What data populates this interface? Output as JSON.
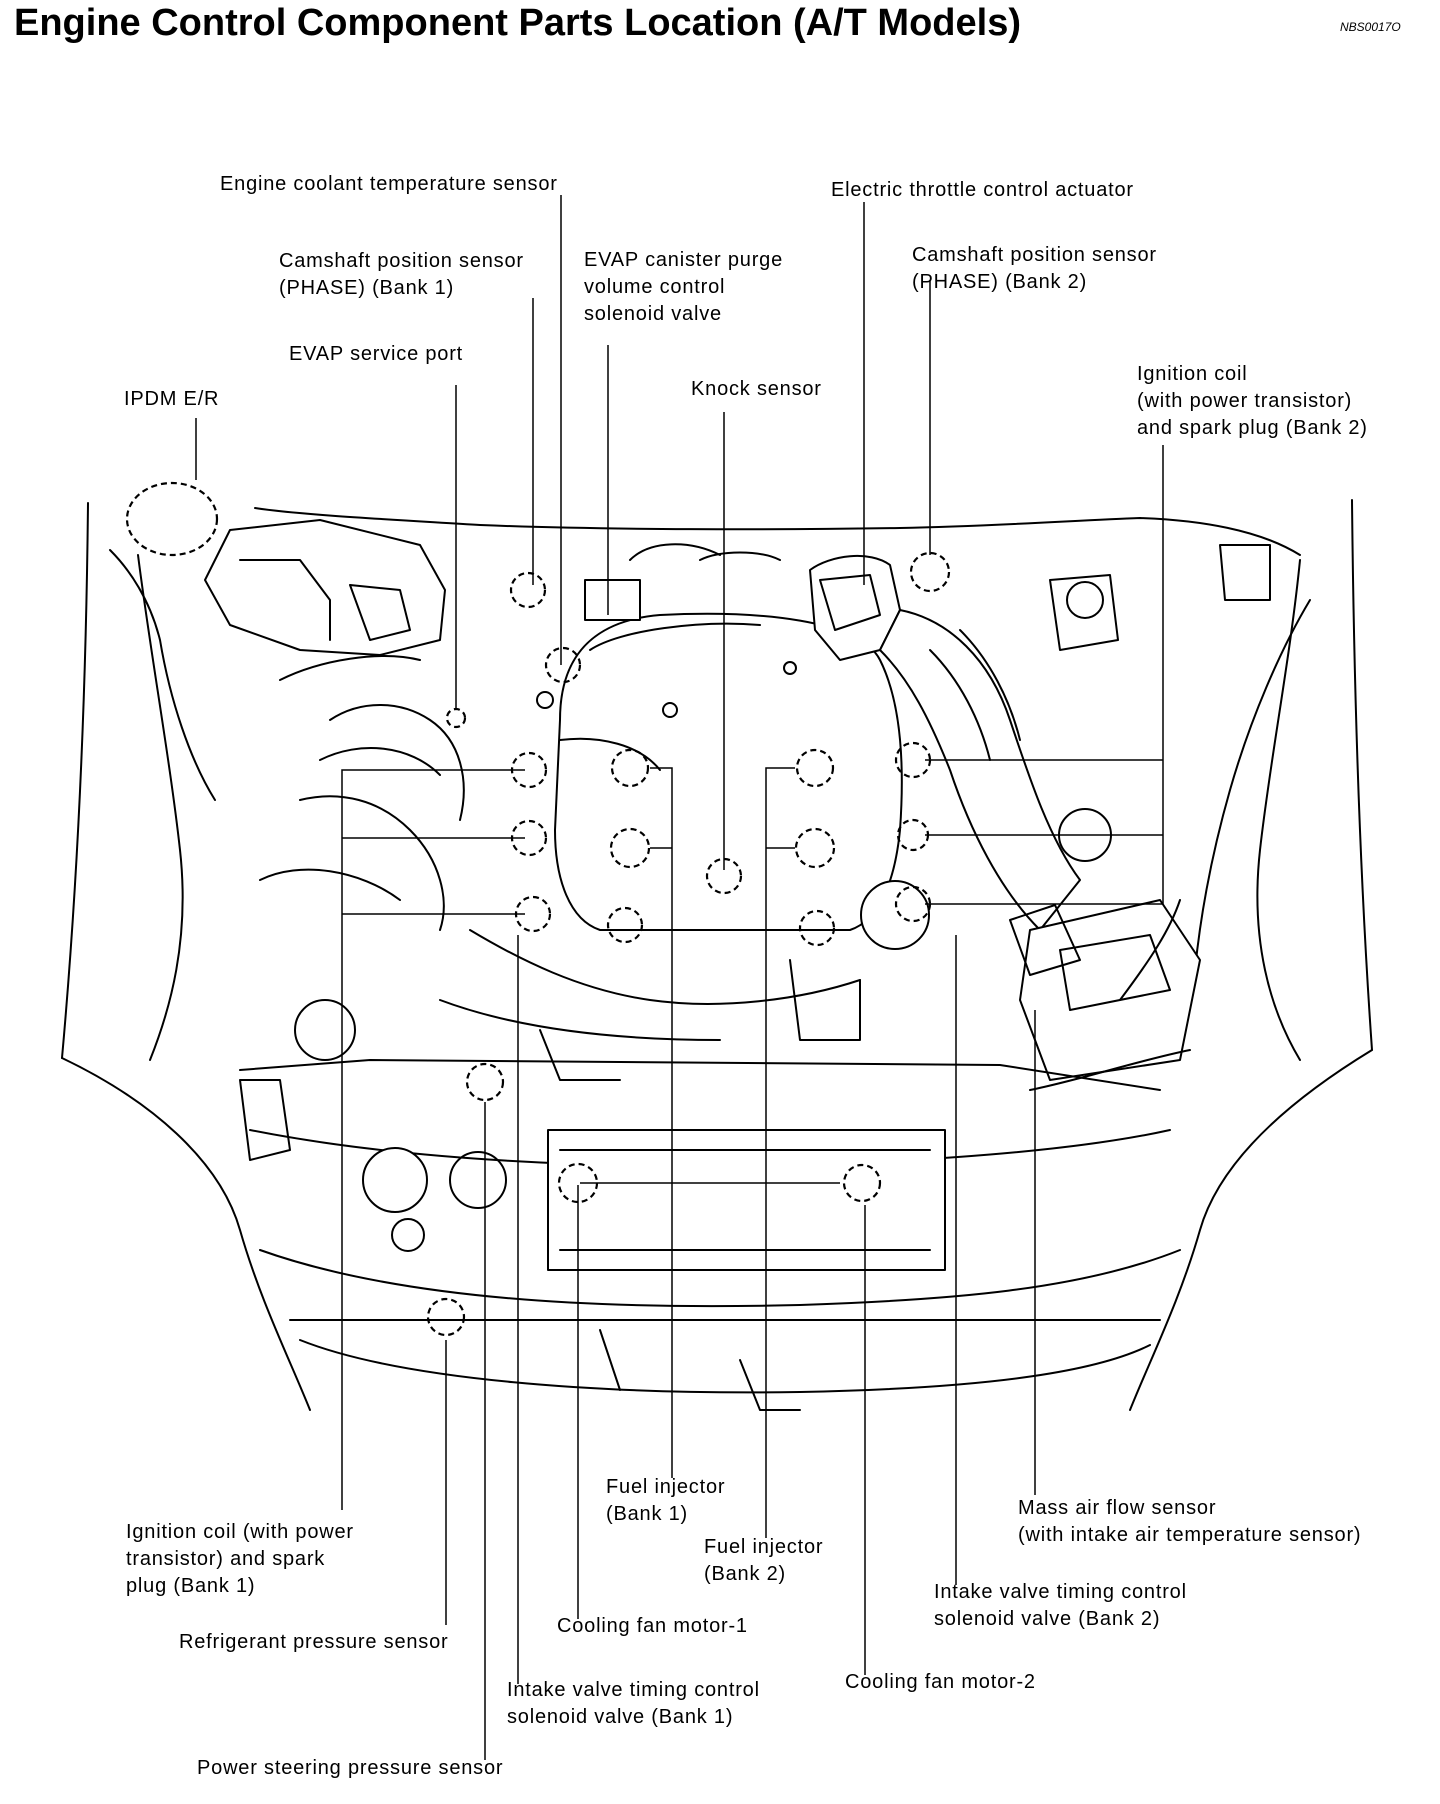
{
  "header": {
    "title": "Engine Control Component Parts Location (A/T Models)",
    "code": "NBS0017O"
  },
  "labels": {
    "ect_sensor": "Engine coolant temperature sensor",
    "cmp_bank1": [
      "Camshaft position sensor",
      "(PHASE) (Bank 1)"
    ],
    "evap_purge": [
      "EVAP canister purge",
      "volume control",
      "solenoid valve"
    ],
    "evap_port": "EVAP service port",
    "ipdm": "IPDM E/R",
    "knock": "Knock sensor",
    "throttle": "Electric throttle control actuator",
    "cmp_bank2": [
      "Camshaft position sensor",
      "(PHASE) (Bank 2)"
    ],
    "coil_bank2": [
      "Ignition coil",
      "(with power transistor)",
      "and spark plug (Bank 2)"
    ],
    "coil_bank1": [
      "Ignition coil (with power",
      "transistor) and spark",
      "plug (Bank 1)"
    ],
    "refrigerant": "Refrigerant pressure sensor",
    "ps_pressure": "Power steering pressure sensor",
    "ivt_bank1": [
      "Intake valve timing control",
      "solenoid valve (Bank 1)"
    ],
    "fan1": "Cooling fan motor-1",
    "fuel_bank1": [
      "Fuel injector",
      "(Bank 1)"
    ],
    "fuel_bank2": [
      "Fuel injector",
      "(Bank 2)"
    ],
    "fan2": "Cooling fan motor-2",
    "ivt_bank2": [
      "Intake valve timing control",
      "solenoid valve (Bank 2)"
    ],
    "maf": [
      "Mass air flow sensor",
      "(with intake air temperature sensor)"
    ]
  }
}
